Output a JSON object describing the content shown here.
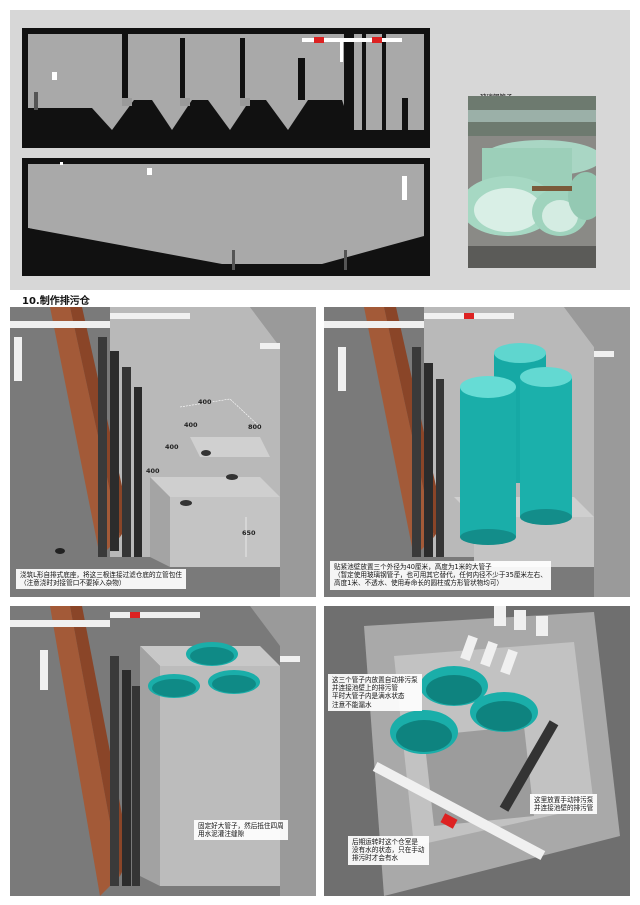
{
  "section_heading": "10.制作排污仓",
  "photo_label": "玻璃钢管子",
  "panels": [
    {
      "caption_lines": [
        "浇筑L形自排式底座，将这三根连接过滤仓底的立管包住",
        "（注意浇时对接管口不要掉入杂物）"
      ],
      "dimensions": [
        "400",
        "400",
        "400",
        "800",
        "400",
        "650"
      ]
    },
    {
      "caption_lines": [
        "贴紧池壁放置三个外径为40厘米，高度为1米的大管子",
        "（暂定使用玻璃钢管子，也可用其它替代，任何内径不少于35厘米左右、",
        "高度1米、不透水、使用寿命长的圆柱或方形管状物均可）"
      ]
    },
    {
      "caption_lines": [
        "固定好大管子，然后抵住四周",
        "用水泥灌注缝隙"
      ]
    },
    {
      "caption_lines": [
        "这三个管子内放置自动排污泵",
        "并连接池壁上的排污管",
        "平时大管子内是满水状态",
        "注意不能漏水"
      ],
      "caption2_lines": [
        "这里放置手动排污泵",
        "并连接池壁的排污管"
      ],
      "caption3_lines": [
        "后期运转时这个仓室是",
        "没有水的状态，只在手动",
        "排污时才会有水"
      ]
    }
  ]
}
